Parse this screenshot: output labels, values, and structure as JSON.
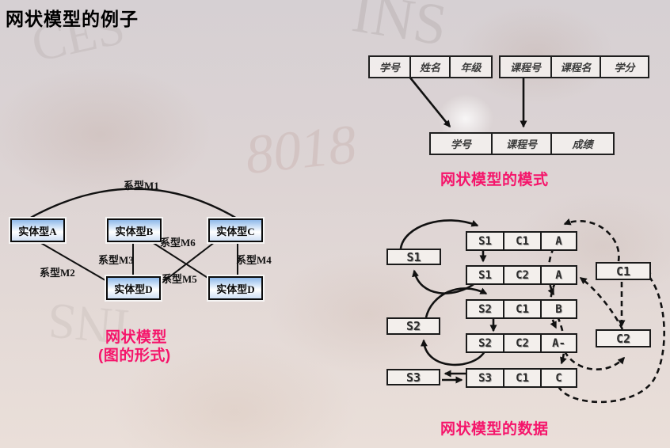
{
  "slide": {
    "title": "网状模型的例子"
  },
  "colors": {
    "caption_pink": "#F5156B",
    "entity_box_blue": "#8FB9E9",
    "line_black": "#111111"
  },
  "background": {
    "watermarks": [
      {
        "text": "CES"
      },
      {
        "text": "INS"
      },
      {
        "text": "8018"
      },
      {
        "text": "INS"
      }
    ]
  },
  "schema": {
    "caption": "网状模型的模式",
    "student_table": {
      "cells": [
        "学号",
        "姓名",
        "年级"
      ]
    },
    "course_table": {
      "cells": [
        "课程号",
        "课程名",
        "学分"
      ]
    },
    "link_table": {
      "cells": [
        "学号",
        "课程号",
        "成绩"
      ]
    }
  },
  "er_graph": {
    "caption_line1": "网状模型",
    "caption_line2": "(图的形式)",
    "nodes": [
      "实体型A",
      "实体型B",
      "实体型C",
      "实体型D",
      "实体型D"
    ],
    "edges": [
      "系型M1",
      "系型M2",
      "系型M3",
      "系型M4",
      "系型M5",
      "系型M6"
    ]
  },
  "data_graph": {
    "caption": "网状模型的数据",
    "student_records": [
      "S1",
      "S2",
      "S3"
    ],
    "course_records": [
      "C1",
      "C2"
    ],
    "link_records": [
      [
        "S1",
        "C1",
        "A"
      ],
      [
        "S1",
        "C2",
        "A"
      ],
      [
        "S2",
        "C1",
        "B"
      ],
      [
        "S2",
        "C2",
        "A-"
      ],
      [
        "S3",
        "C1",
        "C"
      ]
    ]
  }
}
